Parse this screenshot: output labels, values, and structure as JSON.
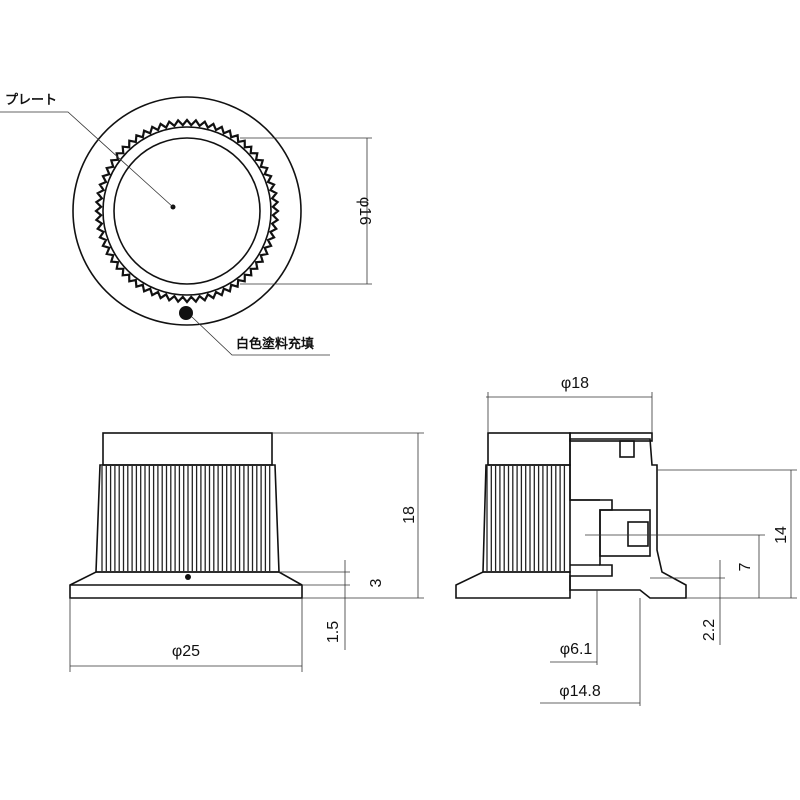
{
  "labels": {
    "plate": "プレート",
    "white_paint_fill": "白色塗料充填"
  },
  "dimensions": {
    "top_view_diameter": "φ16",
    "front_height": "18",
    "flange_height": "3",
    "flange_step": "1.5",
    "base_diameter": "φ25",
    "cap_diameter": "φ18",
    "total_height_section": "14",
    "shaft_center_height": "7",
    "bottom_recess": "2.2",
    "shaft_hole_diameter": "φ6.1",
    "skirt_inner_diameter": "φ14.8"
  }
}
